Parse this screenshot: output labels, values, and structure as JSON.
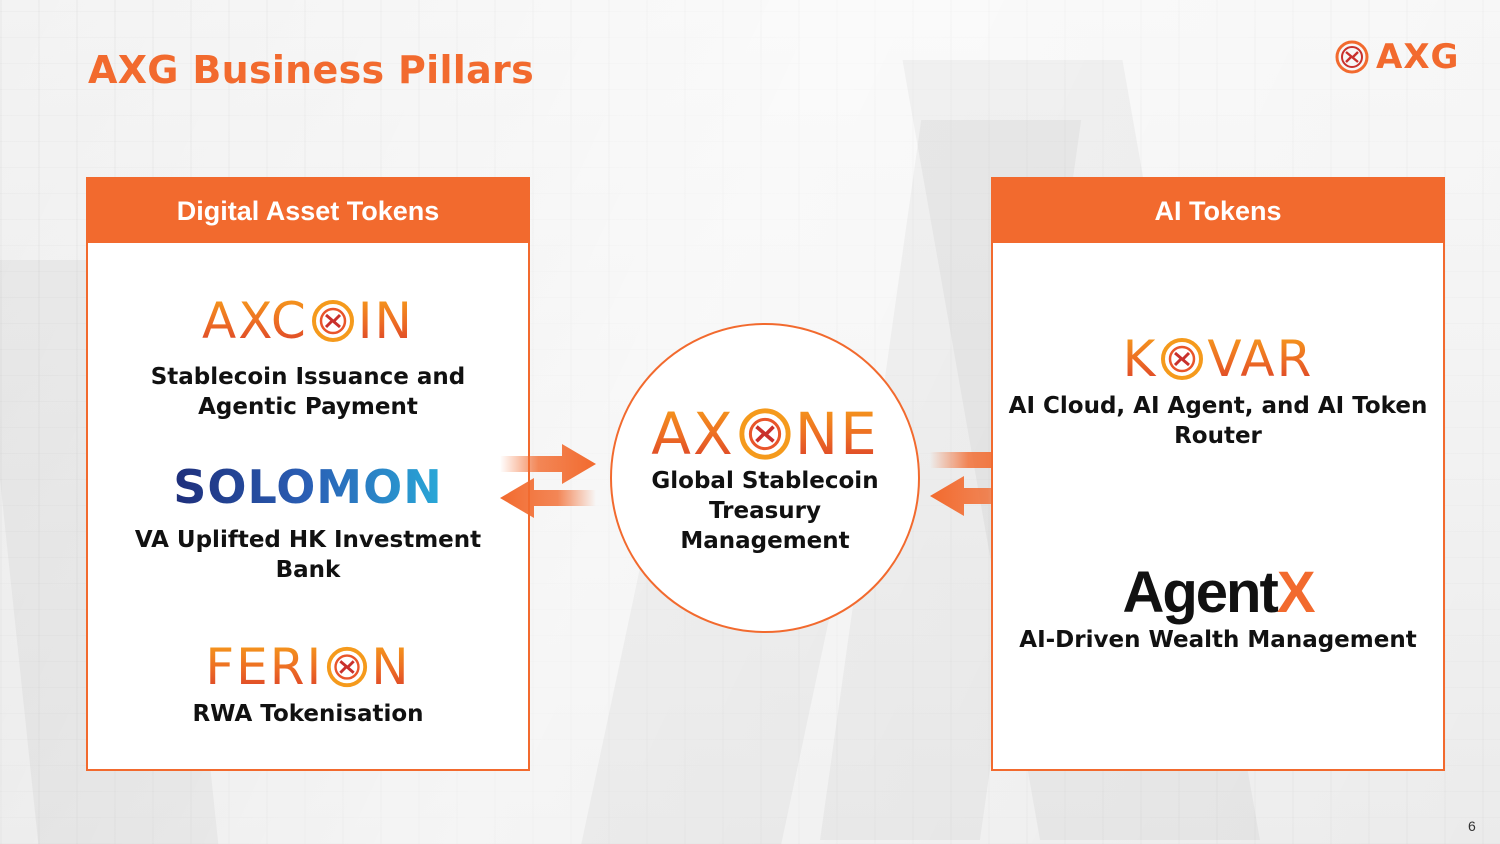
{
  "slide": {
    "title": "AXG Business Pillars",
    "page_number": "6",
    "corner_logo_text": "AXG"
  },
  "colors": {
    "accent": "#f26a2e",
    "text": "#111111",
    "solomon_blue": "#1d3f94"
  },
  "left_panel": {
    "header": "Digital Asset Tokens",
    "items": [
      {
        "logo_text": "AXCOIN",
        "logo_before": "AXC",
        "logo_after": "IN",
        "caption_line1": "Stablecoin Issuance and",
        "caption_line2": "Agentic Payment"
      },
      {
        "logo_text": "SOLOMON",
        "caption_line1": "VA Uplifted HK Investment",
        "caption_line2": "Bank"
      },
      {
        "logo_text": "FERION",
        "logo_before": "FERI",
        "logo_after": "N",
        "caption_line1": "RWA Tokenisation"
      }
    ]
  },
  "center": {
    "logo_text": "AXONE",
    "logo_before": "AX",
    "logo_after": "NE",
    "caption_line1": "Global Stablecoin",
    "caption_line2": "Treasury",
    "caption_line3": "Management"
  },
  "right_panel": {
    "header": "AI Tokens",
    "items": [
      {
        "logo_text": "KOVAR",
        "logo_before": "K",
        "logo_after": "VAR",
        "caption_line1": "AI Cloud, AI Agent, and AI Token",
        "caption_line2": "Router"
      },
      {
        "logo_text": "AgentX",
        "logo_before": "Agent",
        "logo_after": "X",
        "caption_line1": "AI-Driven Wealth Management"
      }
    ]
  }
}
